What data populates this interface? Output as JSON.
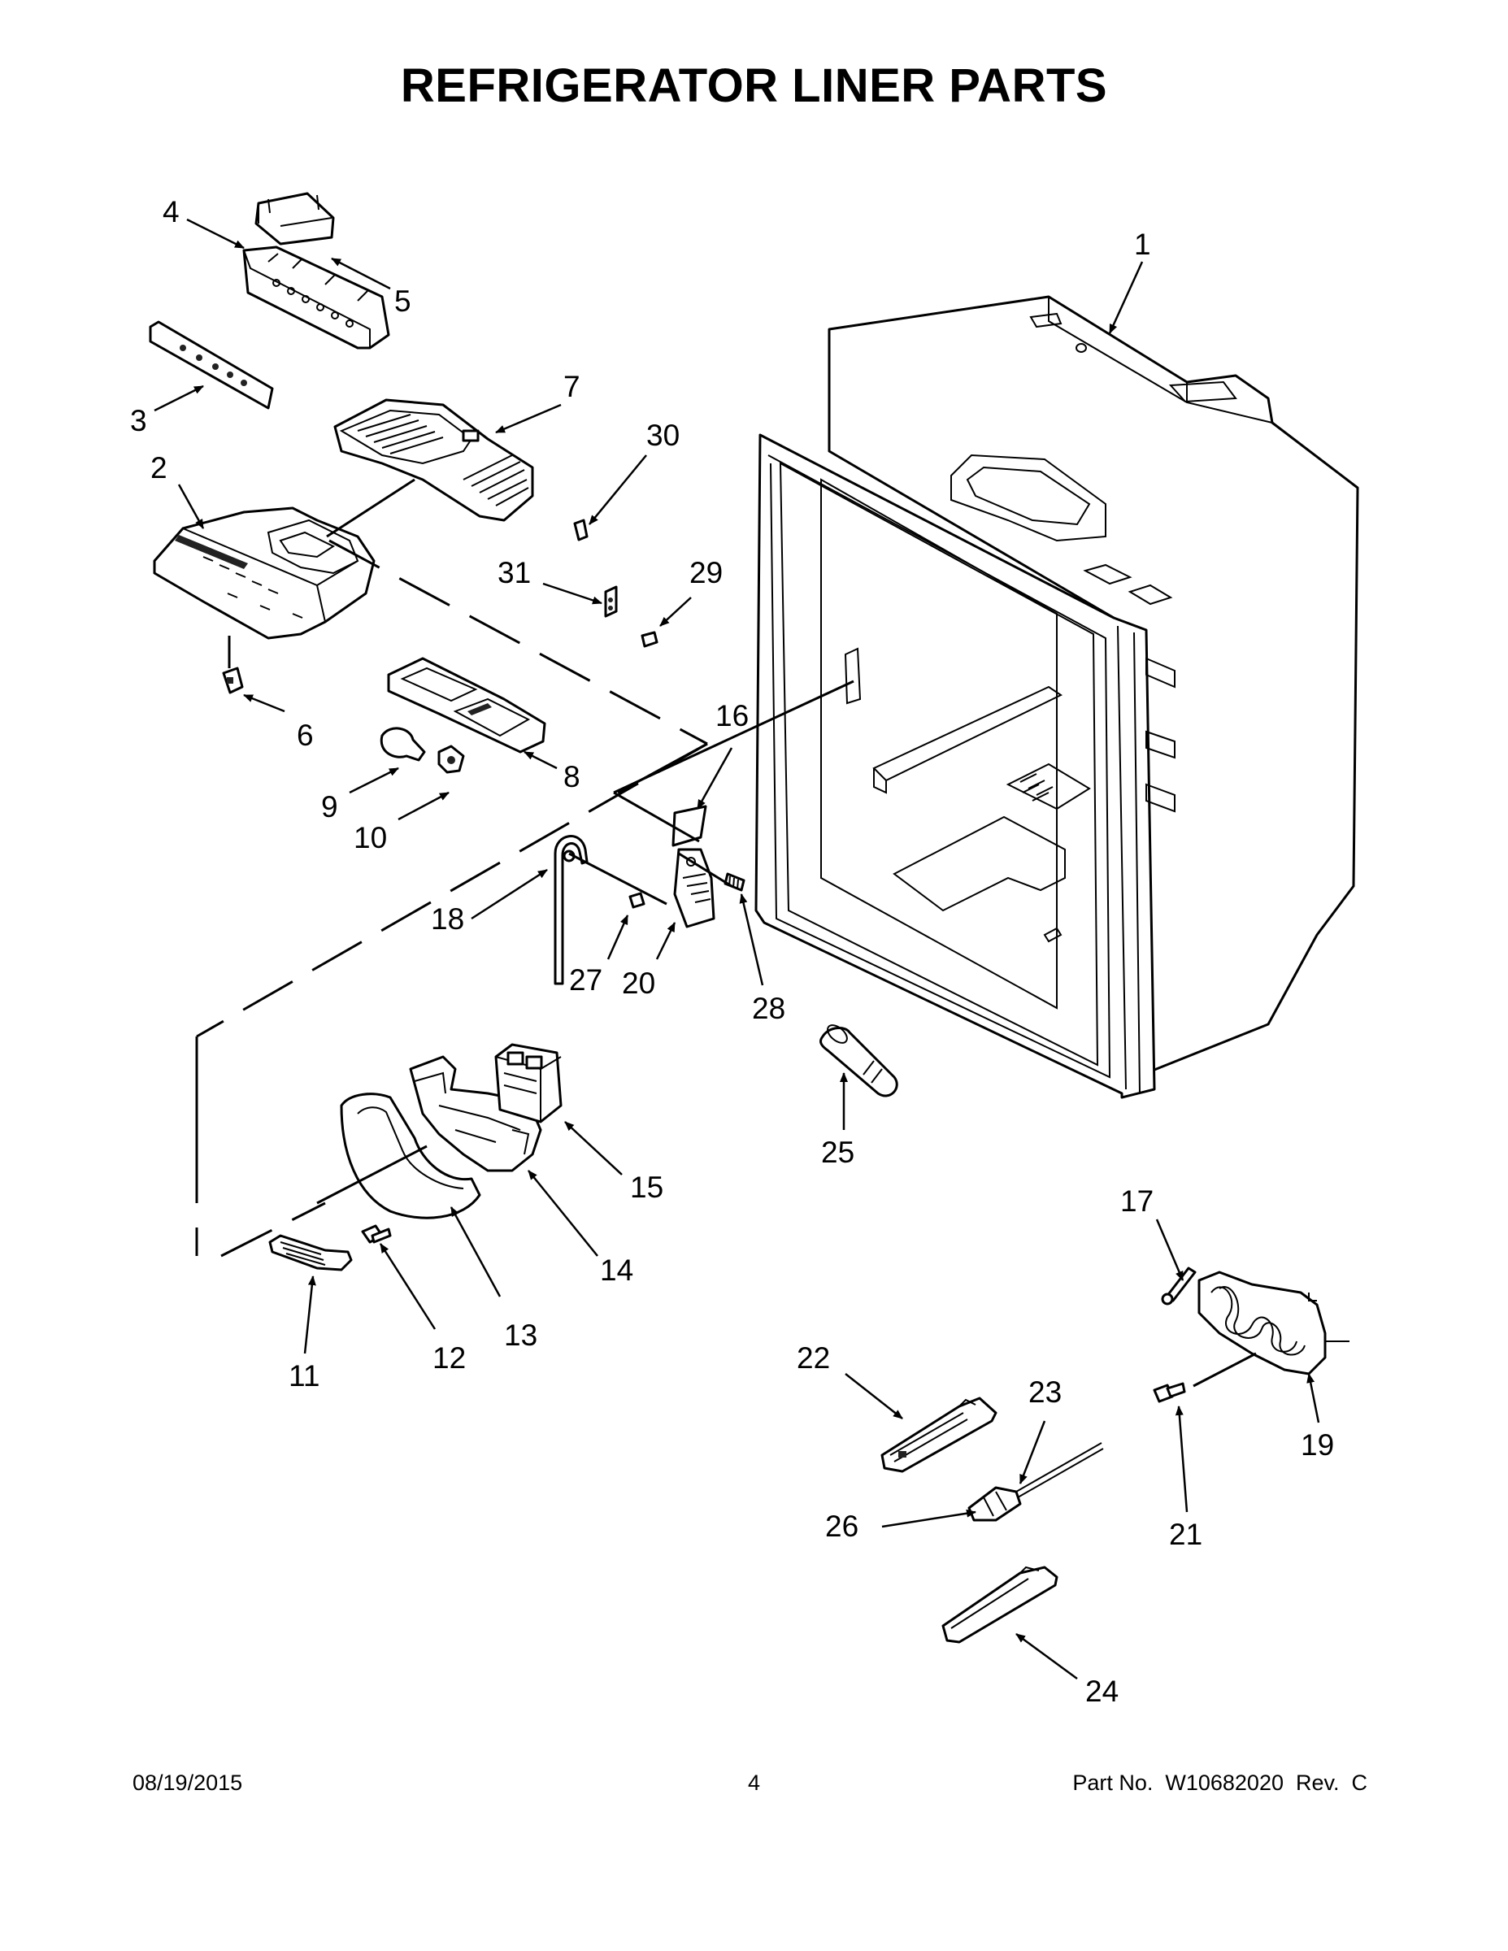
{
  "header": {
    "title": "REFRIGERATOR LINER PARTS"
  },
  "diagram": {
    "callouts": [
      "1",
      "2",
      "3",
      "4",
      "5",
      "6",
      "7",
      "8",
      "9",
      "10",
      "11",
      "12",
      "13",
      "14",
      "15",
      "16",
      "17",
      "18",
      "19",
      "20",
      "21",
      "22",
      "23",
      "24",
      "25",
      "26",
      "27",
      "28",
      "29",
      "30",
      "31"
    ]
  },
  "footer": {
    "date": "08/19/2015",
    "page": "4",
    "part_number": "Part No.  W10682020  Rev.  C"
  }
}
